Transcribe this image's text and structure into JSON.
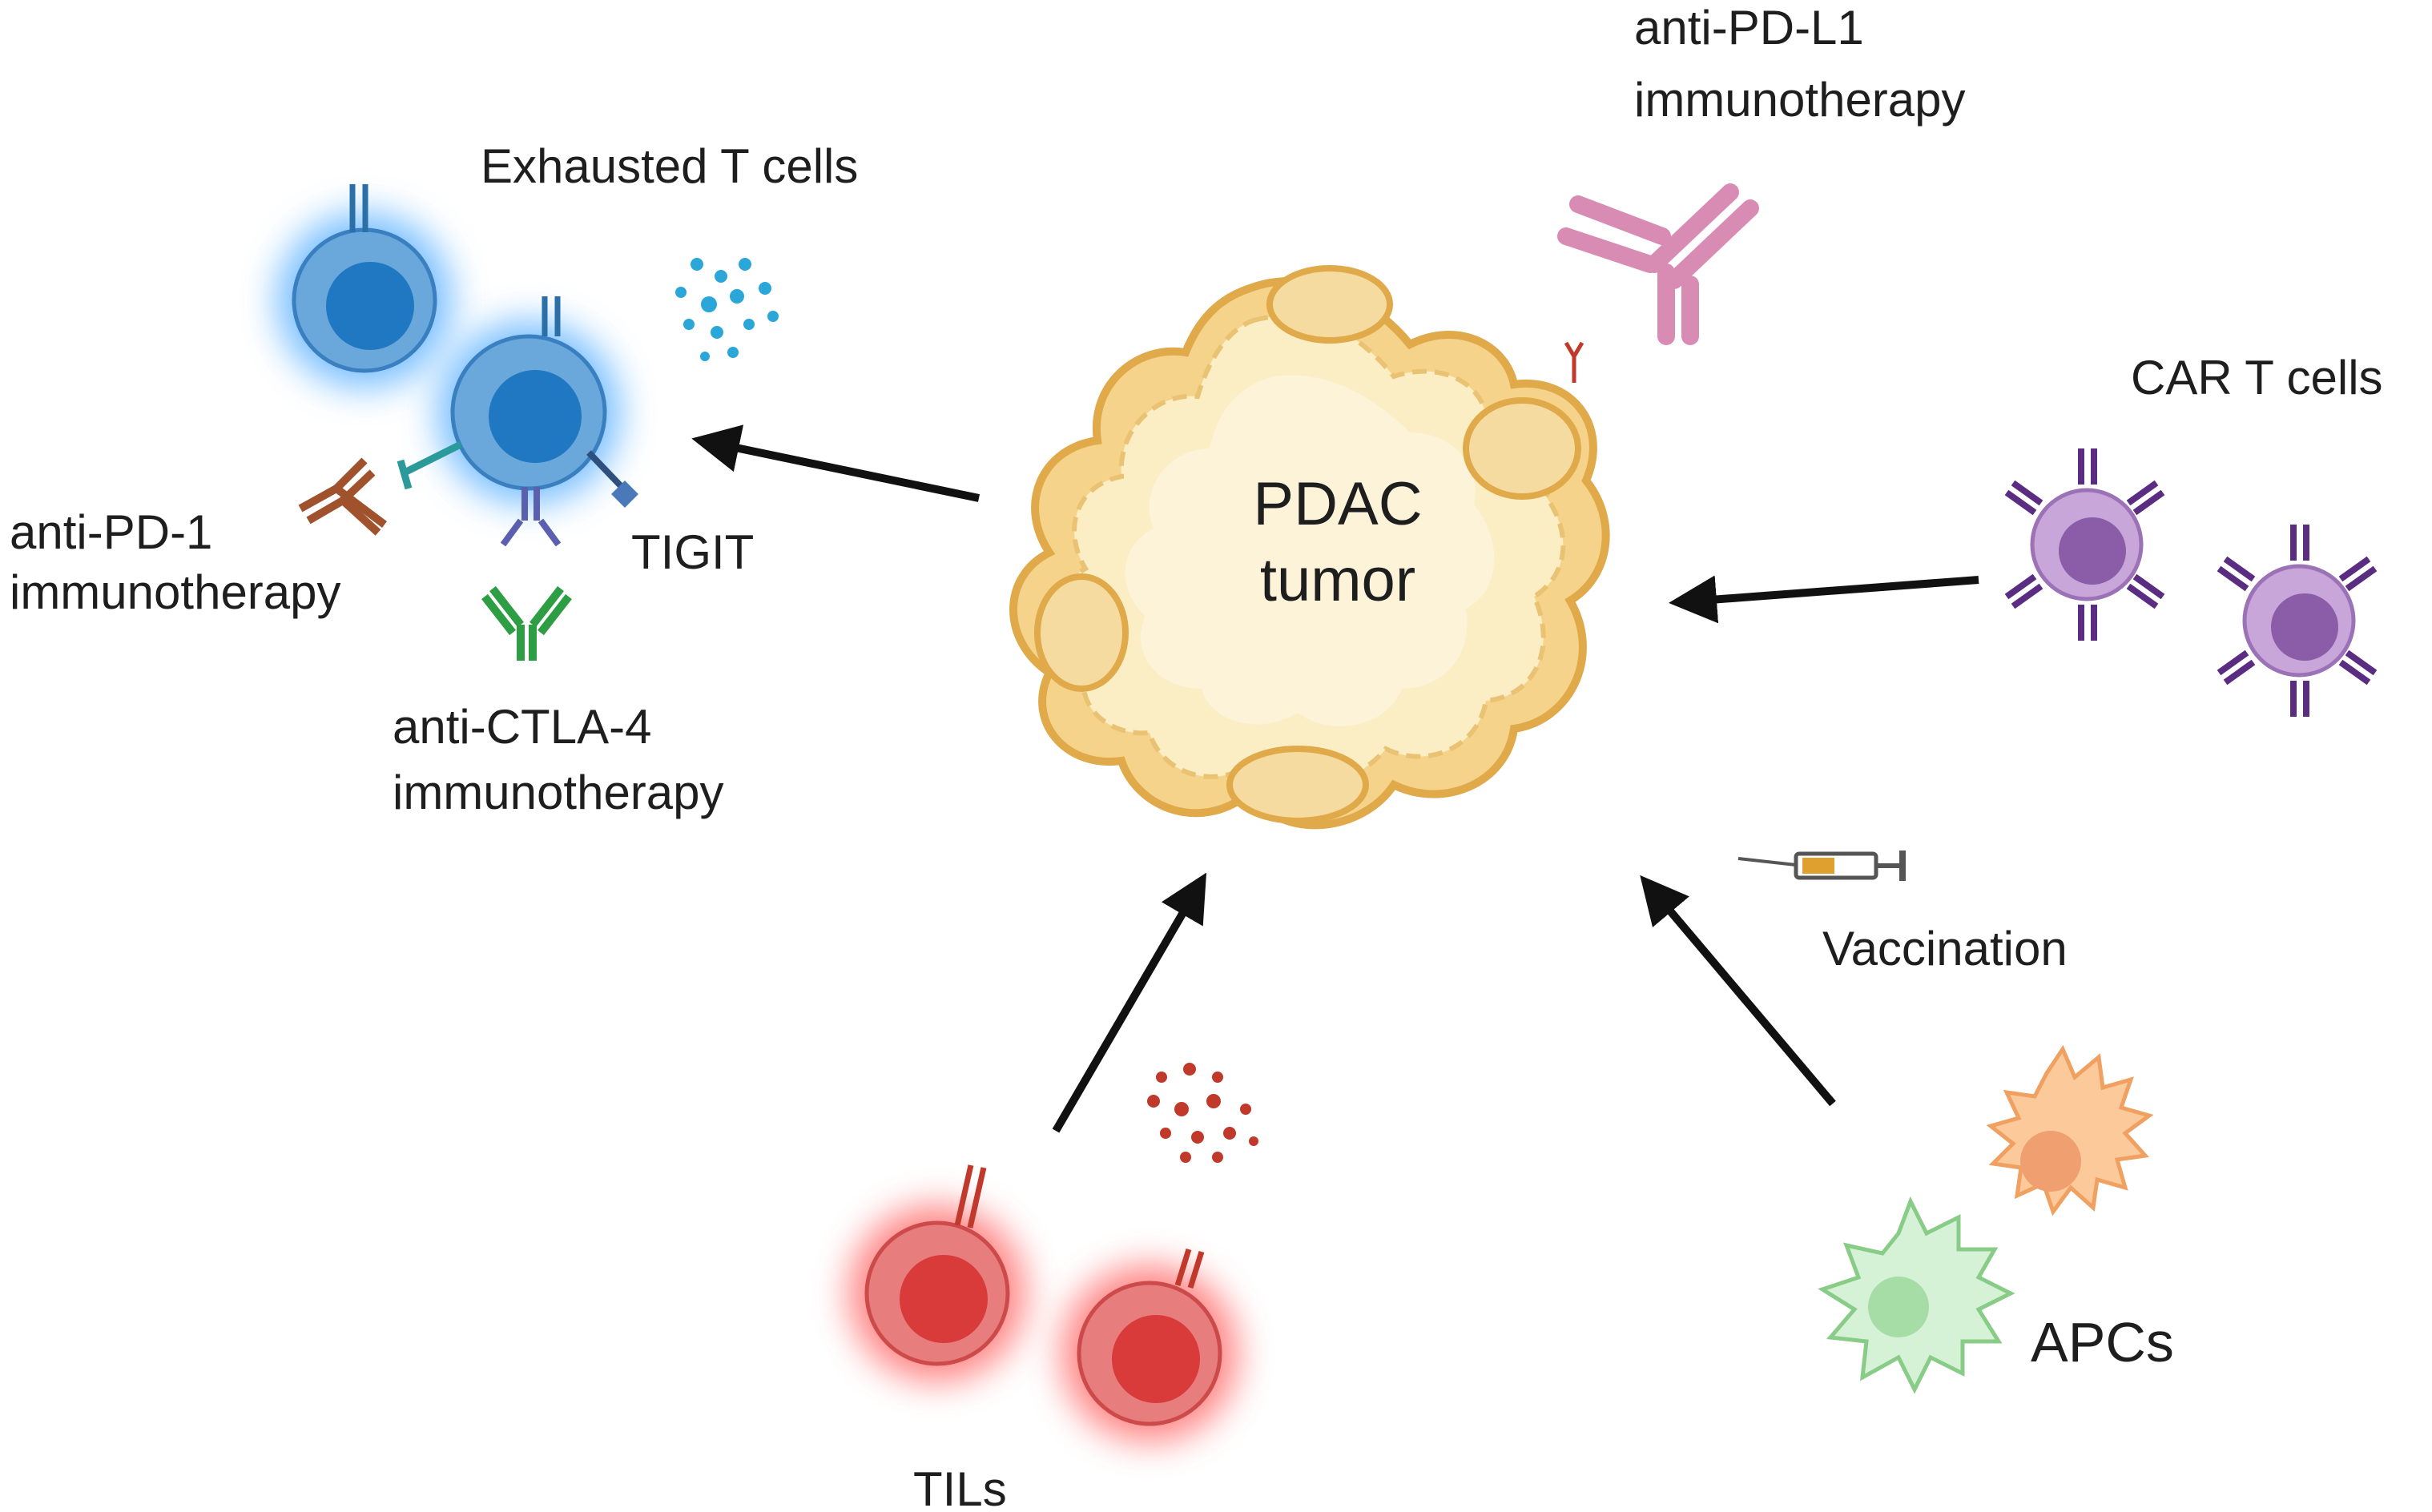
{
  "center": {
    "line1": "PDAC",
    "line2": "tumor"
  },
  "labels": {
    "exhausted_t_cells": "Exhausted T cells",
    "anti_pd1_line1": "anti-PD-1",
    "anti_pd1_line2": "immunotherapy",
    "tigit": "TIGIT",
    "anti_ctla4_line1": "anti-CTLA-4",
    "anti_ctla4_line2": "immunotherapy",
    "anti_pdl1_line1": "anti-PD-L1",
    "anti_pdl1_line2": "immunotherapy",
    "car_t_cells": "CAR T cells",
    "vaccination": "Vaccination",
    "apcs": "APCs",
    "tils": "TILs"
  },
  "colors": {
    "exhausted_cell": "#1f78c1",
    "til_cell": "#d93b3b",
    "car_cell": "#8b5ca8",
    "tumor_fill": "#fbeec4",
    "tumor_edge": "#e3b35a",
    "anti_pd1": "#a0522d",
    "anti_ctla4": "#2e9e44",
    "anti_pdl1": "#d98cb3",
    "apc_orange": "#f4a66a",
    "apc_green": "#9ed99e",
    "arrow": "#111111"
  }
}
